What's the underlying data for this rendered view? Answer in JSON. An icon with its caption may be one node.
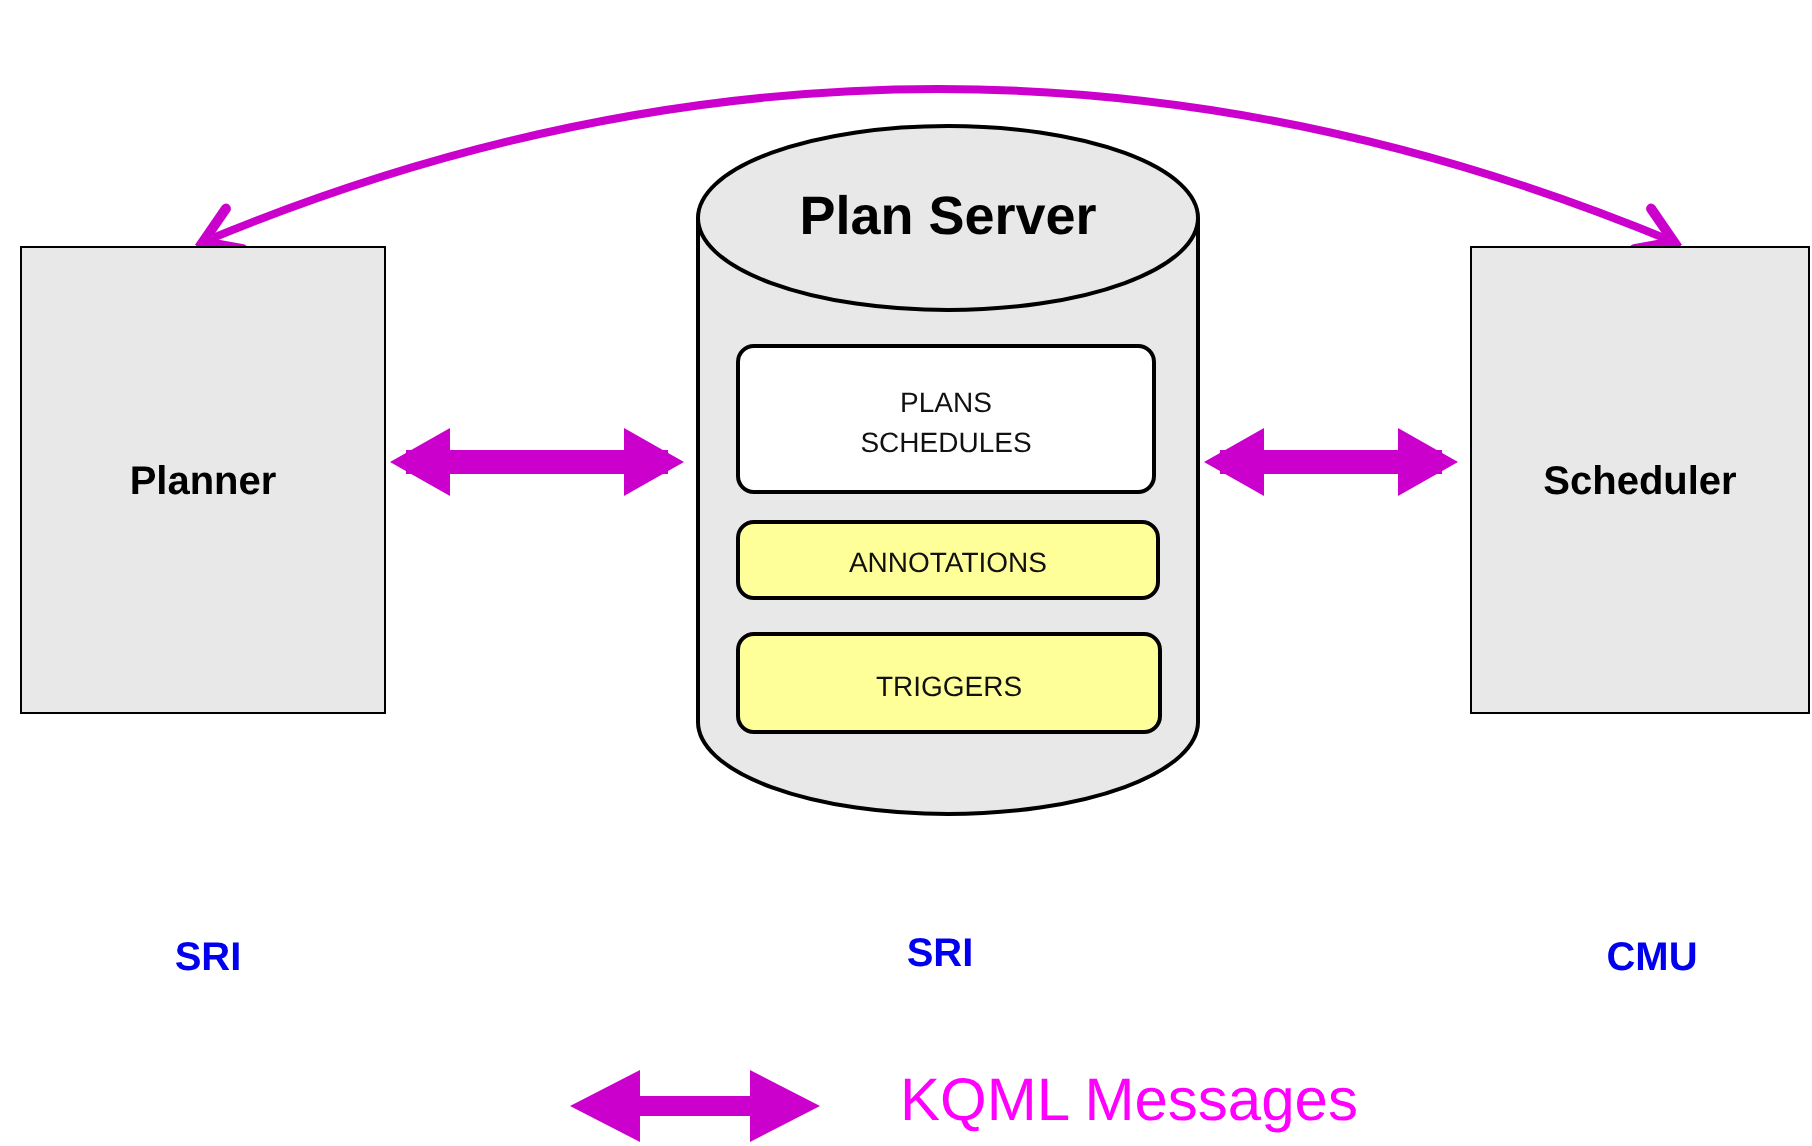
{
  "diagram": {
    "nodes": [
      {
        "text": [
          "Planner"
        ]
      },
      {
        "text": [
          "Plan Server"
        ]
      },
      {
        "text": [
          "PLANS SCHEDULES"
        ],
        "in": 1
      },
      {
        "text": [
          "ANNOTATIONS"
        ],
        "in": 1
      },
      {
        "text": [
          "TRIGGERS"
        ],
        "in": 1
      },
      {
        "text": [
          "Scheduler"
        ]
      }
    ],
    "edges": [
      {
        "from": 0,
        "to": 1,
        "arrow": "both"
      },
      {
        "from": 1,
        "to": 5,
        "arrow": "both"
      },
      {
        "from": 0,
        "to": 5,
        "arrow": "both"
      }
    ],
    "labels": [
      "SRI",
      "SRI",
      "CMU"
    ],
    "legend": [
      {
        "text": "KQML Messages"
      }
    ]
  }
}
